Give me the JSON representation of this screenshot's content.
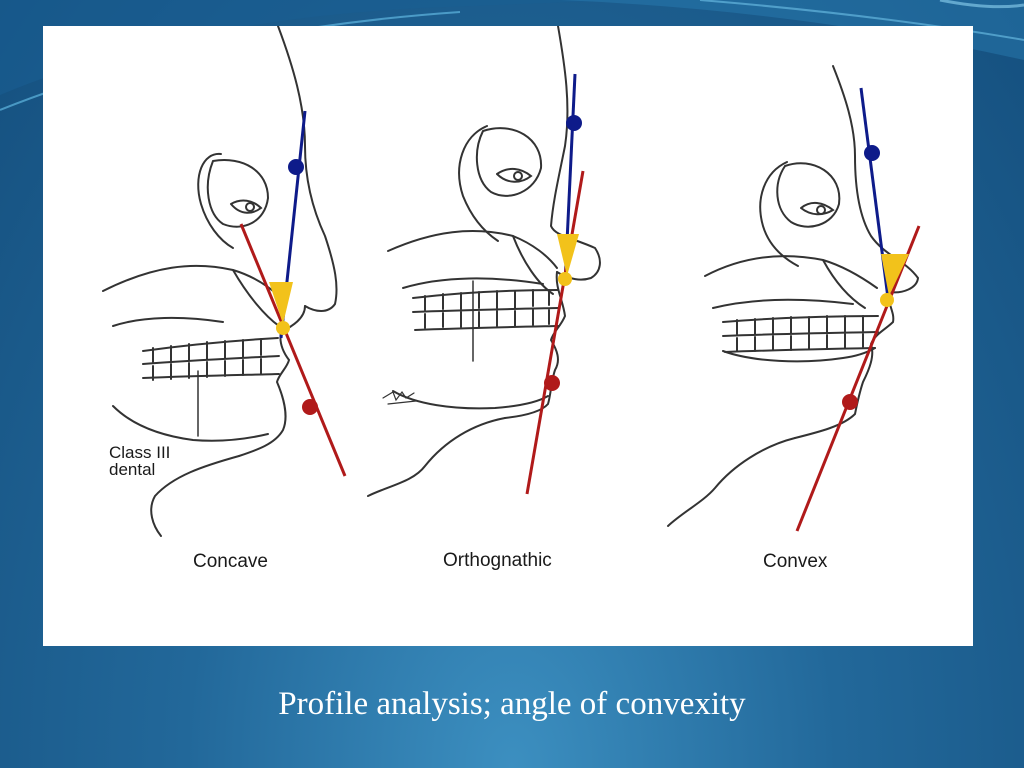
{
  "profiles": [
    {
      "name": "Concave"
    },
    {
      "name": "Orthognathic"
    },
    {
      "name": "Convex"
    }
  ],
  "annotation": {
    "line1": "Class III",
    "line2": "dental"
  },
  "caption": "Profile analysis; angle of convexity",
  "colors": {
    "line_blue": "#0e1b8a",
    "line_red": "#b01a1a",
    "marker_yellow": "#f2c21b",
    "sketch": "#333333"
  }
}
